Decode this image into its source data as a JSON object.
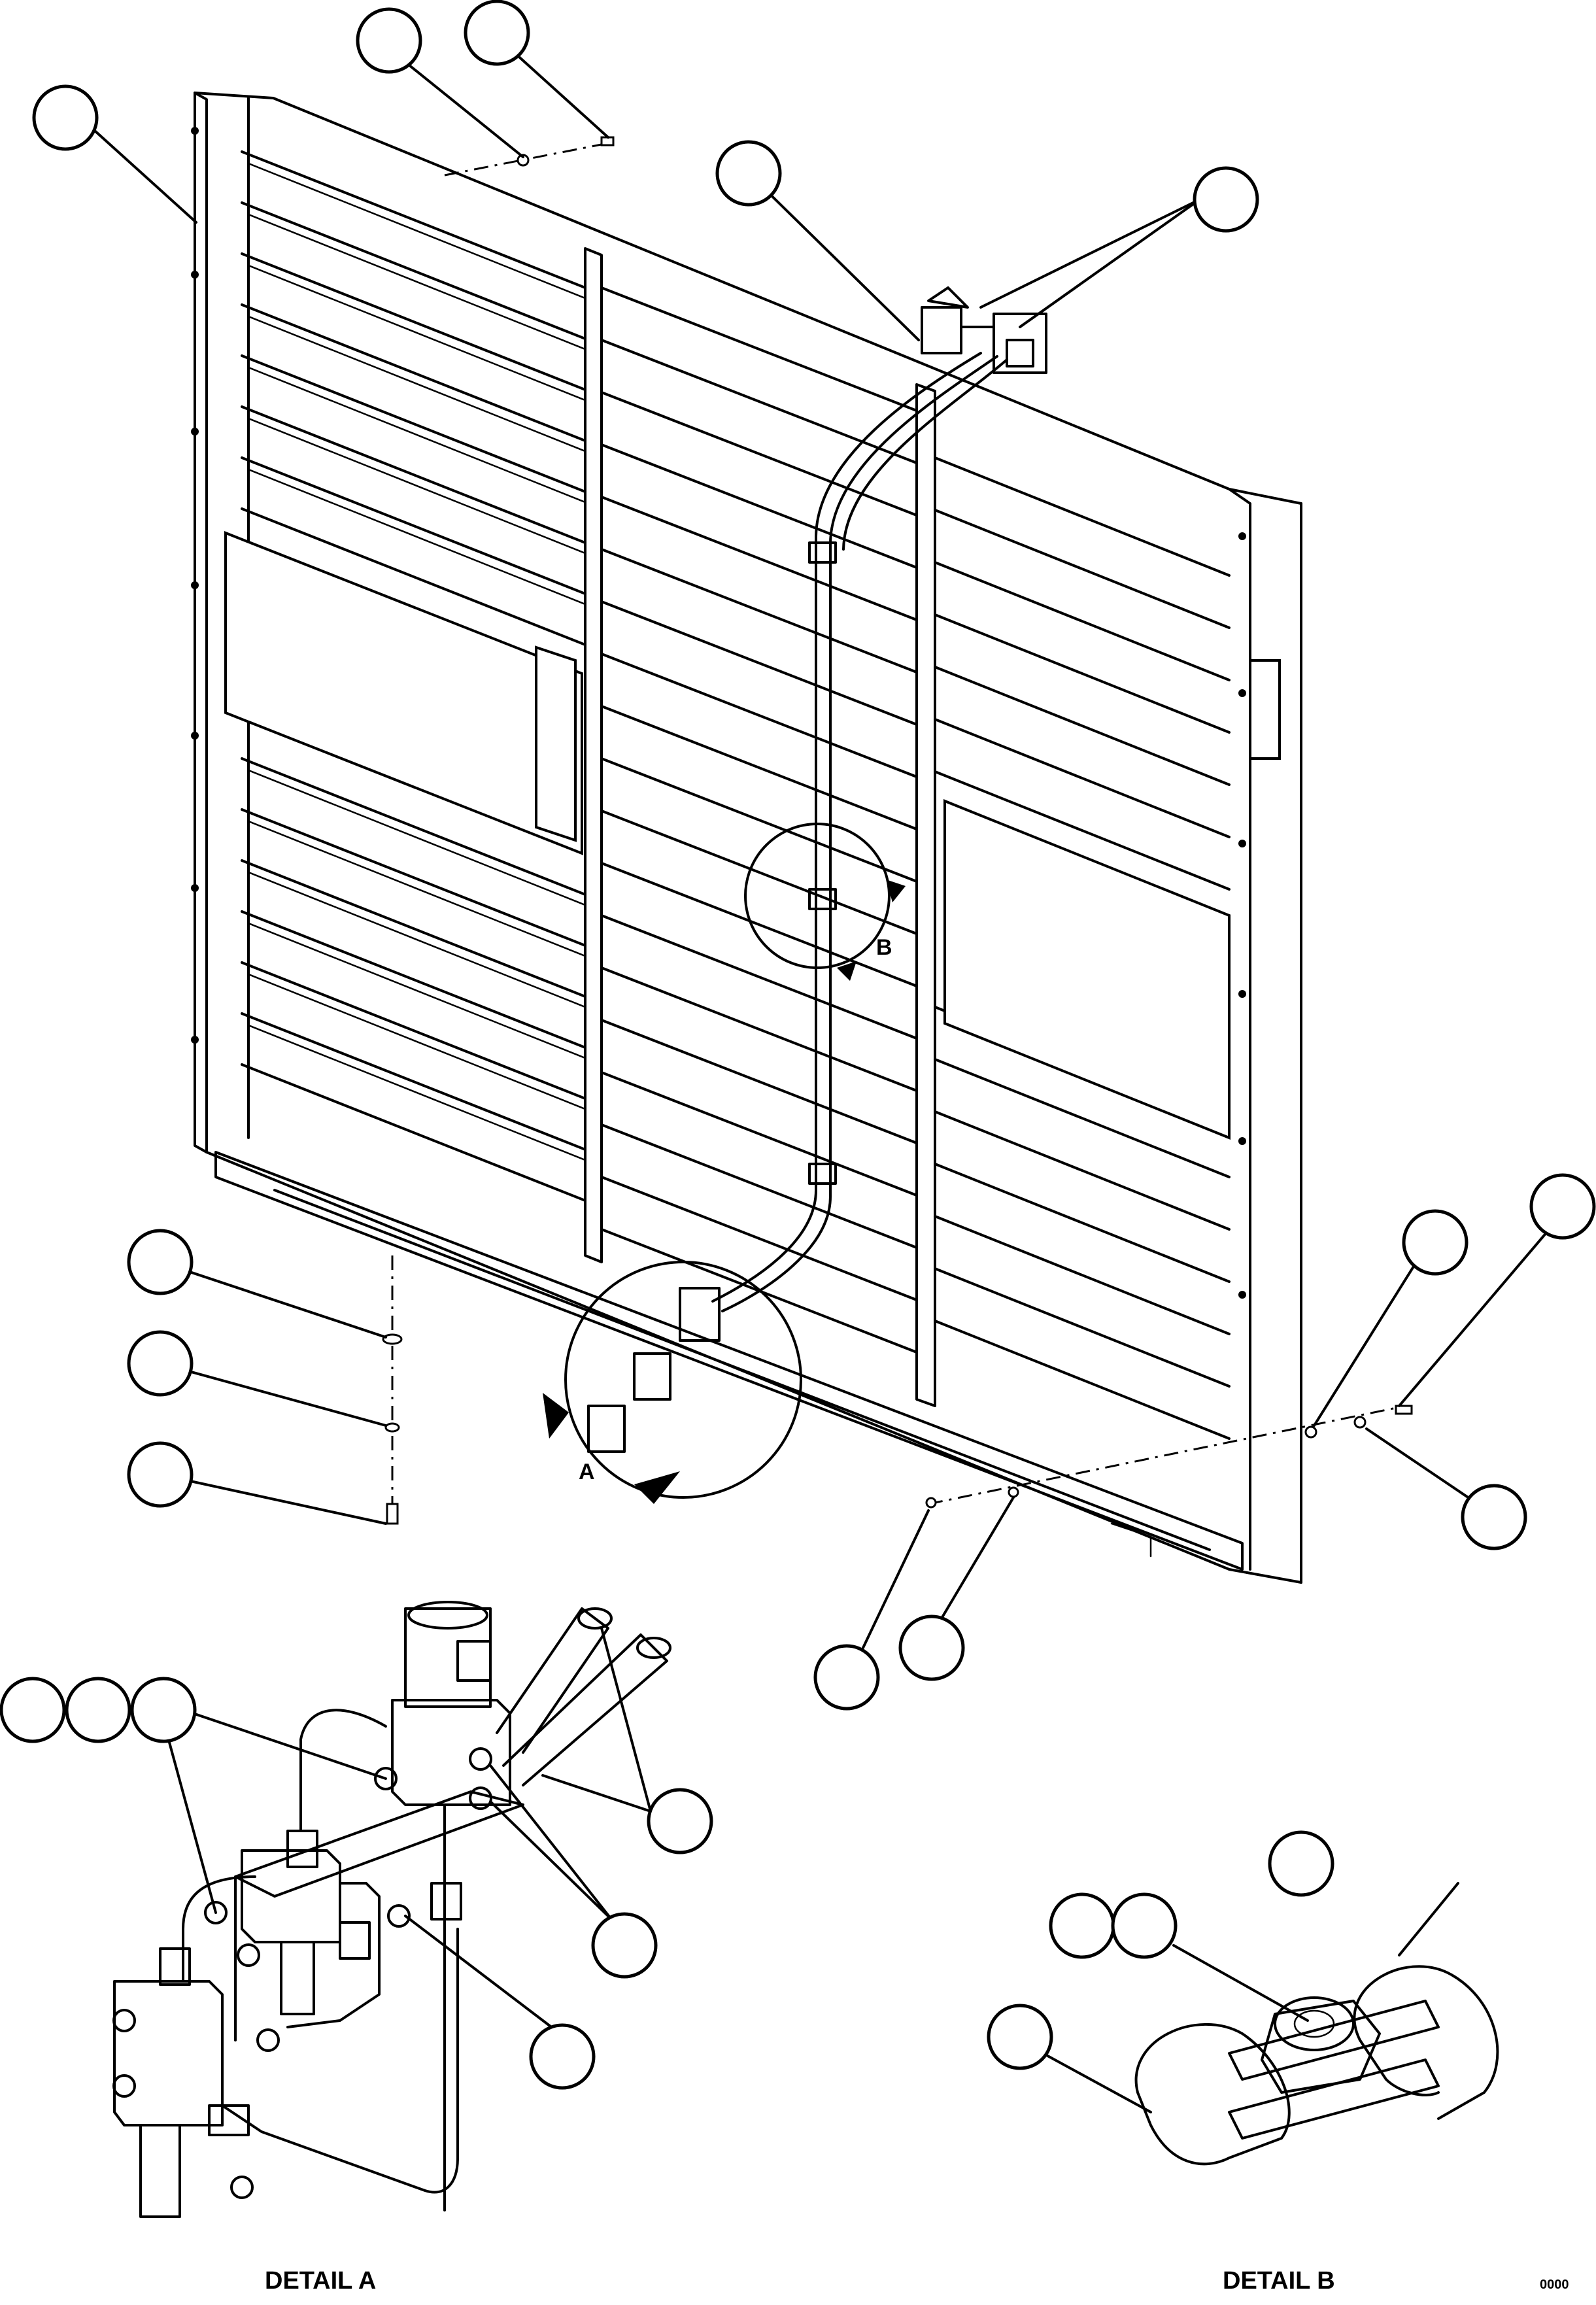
{
  "view_letters": {
    "a": "A",
    "b": "B"
  },
  "detail_labels": {
    "a": "DETAIL A",
    "b": "DETAIL B"
  },
  "drawing_code": "0000"
}
